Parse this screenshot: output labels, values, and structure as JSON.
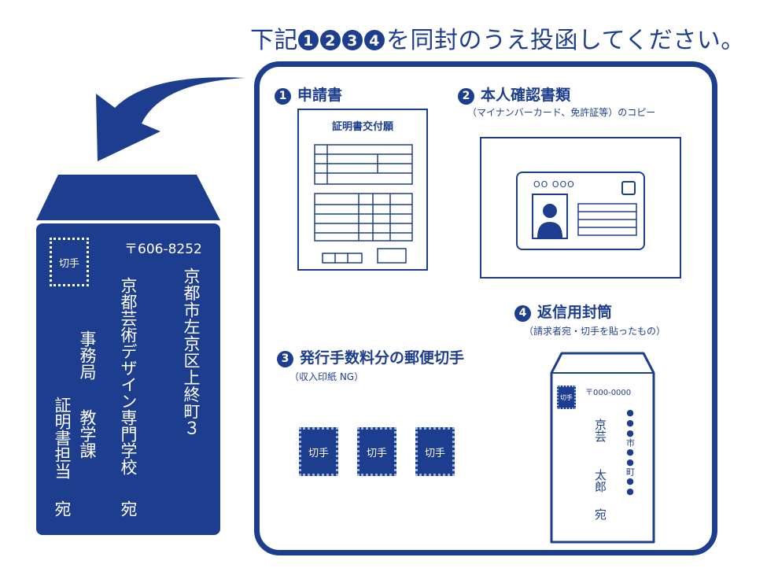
{
  "instruction": {
    "prefix": "下記",
    "nums": [
      "1",
      "2",
      "3",
      "4"
    ],
    "suffix": "を同封のうえ投函してください。"
  },
  "main_envelope": {
    "stamp_label": "切手",
    "postal_code": "〒606-8252",
    "address": "京都市左京区上終町３",
    "school": "京都芸術デザイン専門学校",
    "school_honorific": "宛",
    "dept1": "事務局",
    "dept2_a": "教学課",
    "dept2_b": "証明書担当",
    "dept_honorific": "宛"
  },
  "items": [
    {
      "num": "1",
      "title": "申請書",
      "form_title": "証明書交付願"
    },
    {
      "num": "2",
      "title": "本人確認書類",
      "subtitle": "（マイナンバーカード、免許証等）のコピー",
      "card_dots": "OO OOO"
    },
    {
      "num": "3",
      "title": "発行手数料分の郵便切手",
      "subtitle": "（収入印紙 NG）",
      "stamps": [
        "切手",
        "切手",
        "切手"
      ]
    },
    {
      "num": "4",
      "title": "返信用封筒",
      "subtitle": "（請求者宛・切手を貼ったもの）"
    }
  ],
  "return_envelope": {
    "stamp_label": "切手",
    "postal_code": "〒000-0000",
    "address_top": "●●●",
    "address_city": "市",
    "address_mid": "●●",
    "address_town": "町",
    "address_bottom": "●●",
    "name_family": "京芸",
    "name_given": "太郎",
    "honorific": "宛"
  },
  "colors": {
    "brand_blue": "#1d3e8e",
    "white": "#ffffff"
  }
}
